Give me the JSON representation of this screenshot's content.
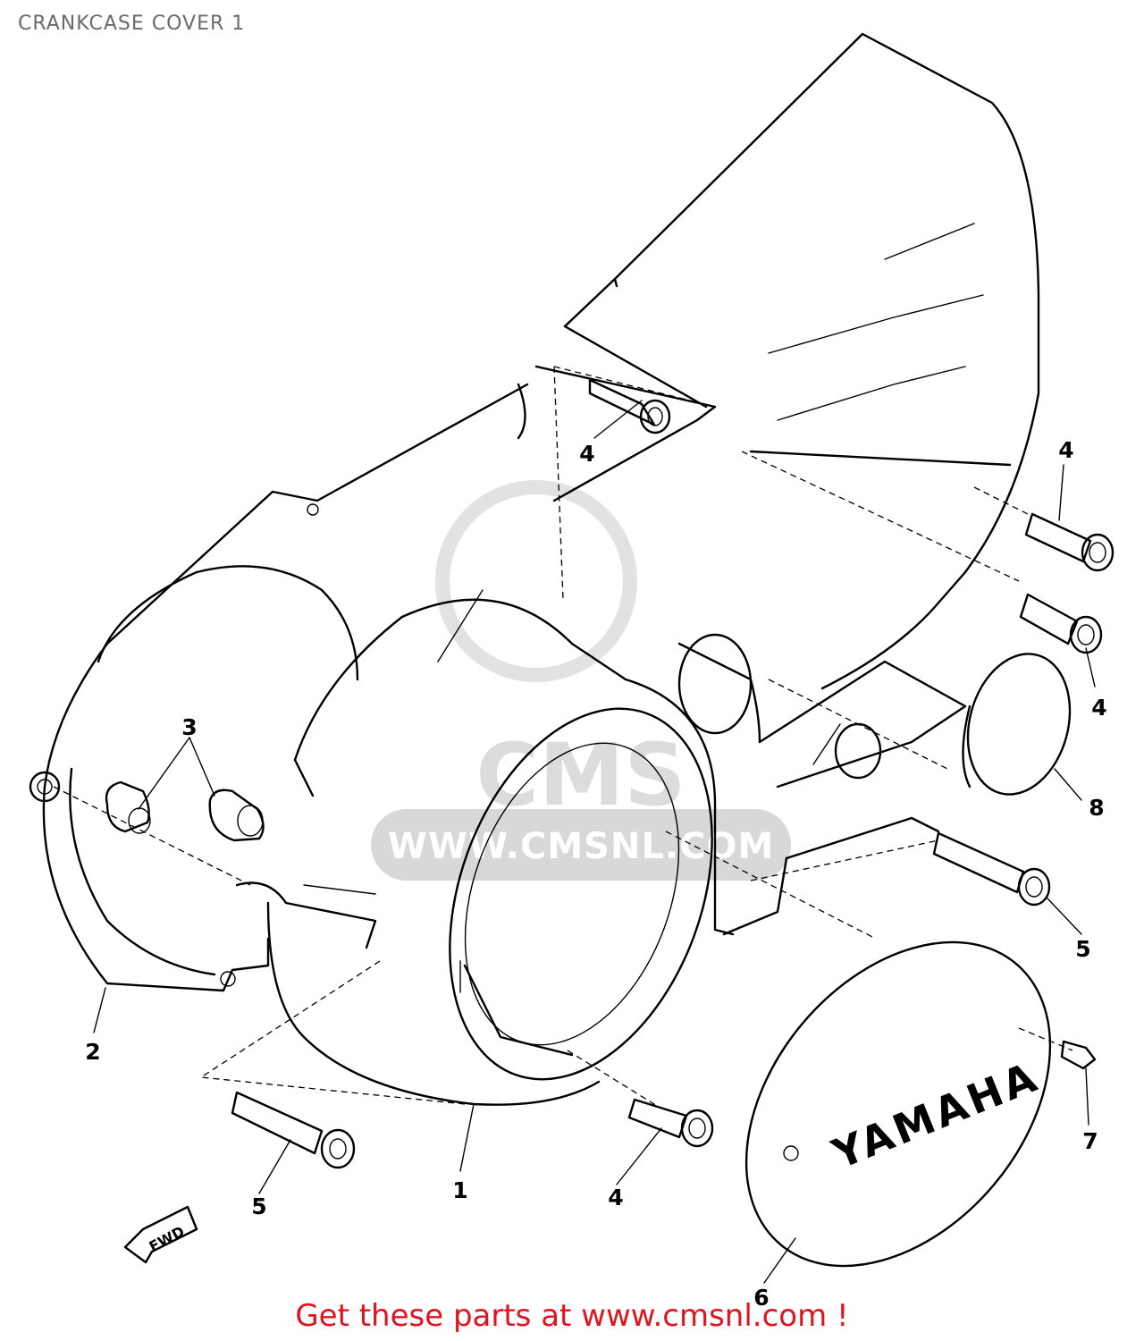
{
  "title": "CRANKCASE COVER 1",
  "footer": "Get these parts at www.cmsnl.com !",
  "watermark": {
    "logo": "CMS",
    "url": "WWW.CMSNL.COM"
  },
  "cover_logo": "YAMAHA",
  "fwd_label": "FWD",
  "callouts": [
    "1",
    "2",
    "3",
    "4",
    "4",
    "4",
    "4",
    "5",
    "5",
    "6",
    "7",
    "8"
  ],
  "colors": {
    "footer": "#e0141e",
    "title": "#6a6a6a",
    "watermark": "#dcdcdc"
  }
}
